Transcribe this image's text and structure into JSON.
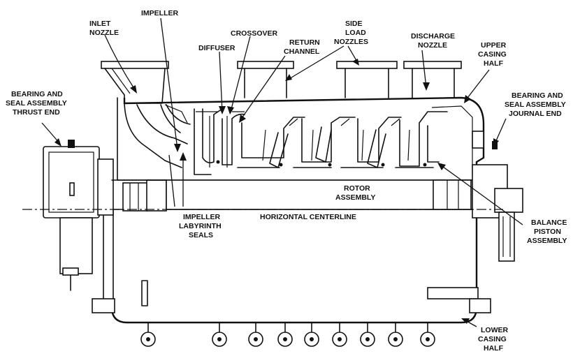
{
  "labels": {
    "impeller": "IMPELLER",
    "inlet_nozzle_1": "INLET",
    "inlet_nozzle_2": "NOZZLE",
    "crossover": "CROSSOVER",
    "diffuser": "DIFFUSER",
    "return_channel_1": "RETURN",
    "return_channel_2": "CHANNEL",
    "side_load_1": "SIDE",
    "side_load_2": "LOAD",
    "side_load_3": "NOZZLES",
    "discharge_1": "DISCHARGE",
    "discharge_2": "NOZZLE",
    "upper_casing_1": "UPPER",
    "upper_casing_2": "CASING",
    "upper_casing_3": "HALF",
    "bearing_thrust_1": "BEARING AND",
    "bearing_thrust_2": "SEAL ASSEMBLY",
    "bearing_thrust_3": "THRUST END",
    "bearing_journal_1": "BEARING AND",
    "bearing_journal_2": "SEAL ASSEMBLY",
    "bearing_journal_3": "JOURNAL END",
    "rotor_1": "ROTOR",
    "rotor_2": "ASSEMBLY",
    "horizontal_centerline": "HORIZONTAL CENTERLINE",
    "labyrinth_1": "IMPELLER",
    "labyrinth_2": "LABYRINTH",
    "labyrinth_3": "SEALS",
    "balance_1": "BALANCE",
    "balance_2": "PISTON",
    "balance_3": "ASSEMBLY",
    "lower_casing_1": "LOWER",
    "lower_casing_2": "CASING",
    "lower_casing_3": "HALF"
  }
}
